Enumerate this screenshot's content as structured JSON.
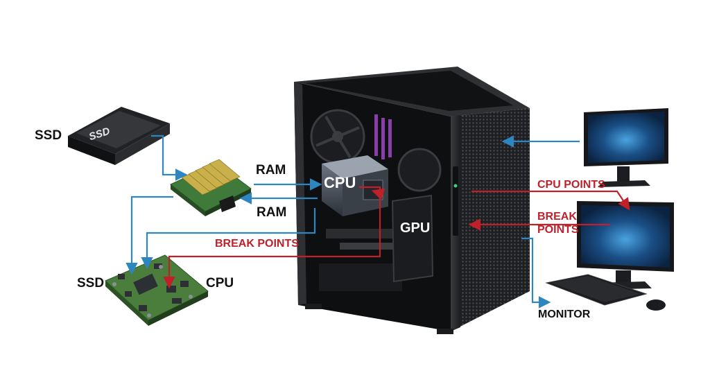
{
  "labels": {
    "ssd_top": "SSD",
    "ssd_chip": "SSD",
    "ram_top": "RAM",
    "ram_bottom": "RAM",
    "cpu_chip": "CPU",
    "gpu_chip": "GPU",
    "break_points_left": "BREAK POINTS",
    "ssd_bottom": "SSD",
    "cpu_bottom": "CPU",
    "cpu_points": "CPU POINTS",
    "break_points_right_line1": "BREAK",
    "break_points_right_line2": "POINTS",
    "monitor": "MONITOR"
  },
  "colors": {
    "blue_arrow": "#2e86c1",
    "red_arrow": "#c0202a",
    "case_body": "#2a2c30",
    "pcb_green": "#3f7a3a",
    "screen_blue": "#1a4f86"
  }
}
